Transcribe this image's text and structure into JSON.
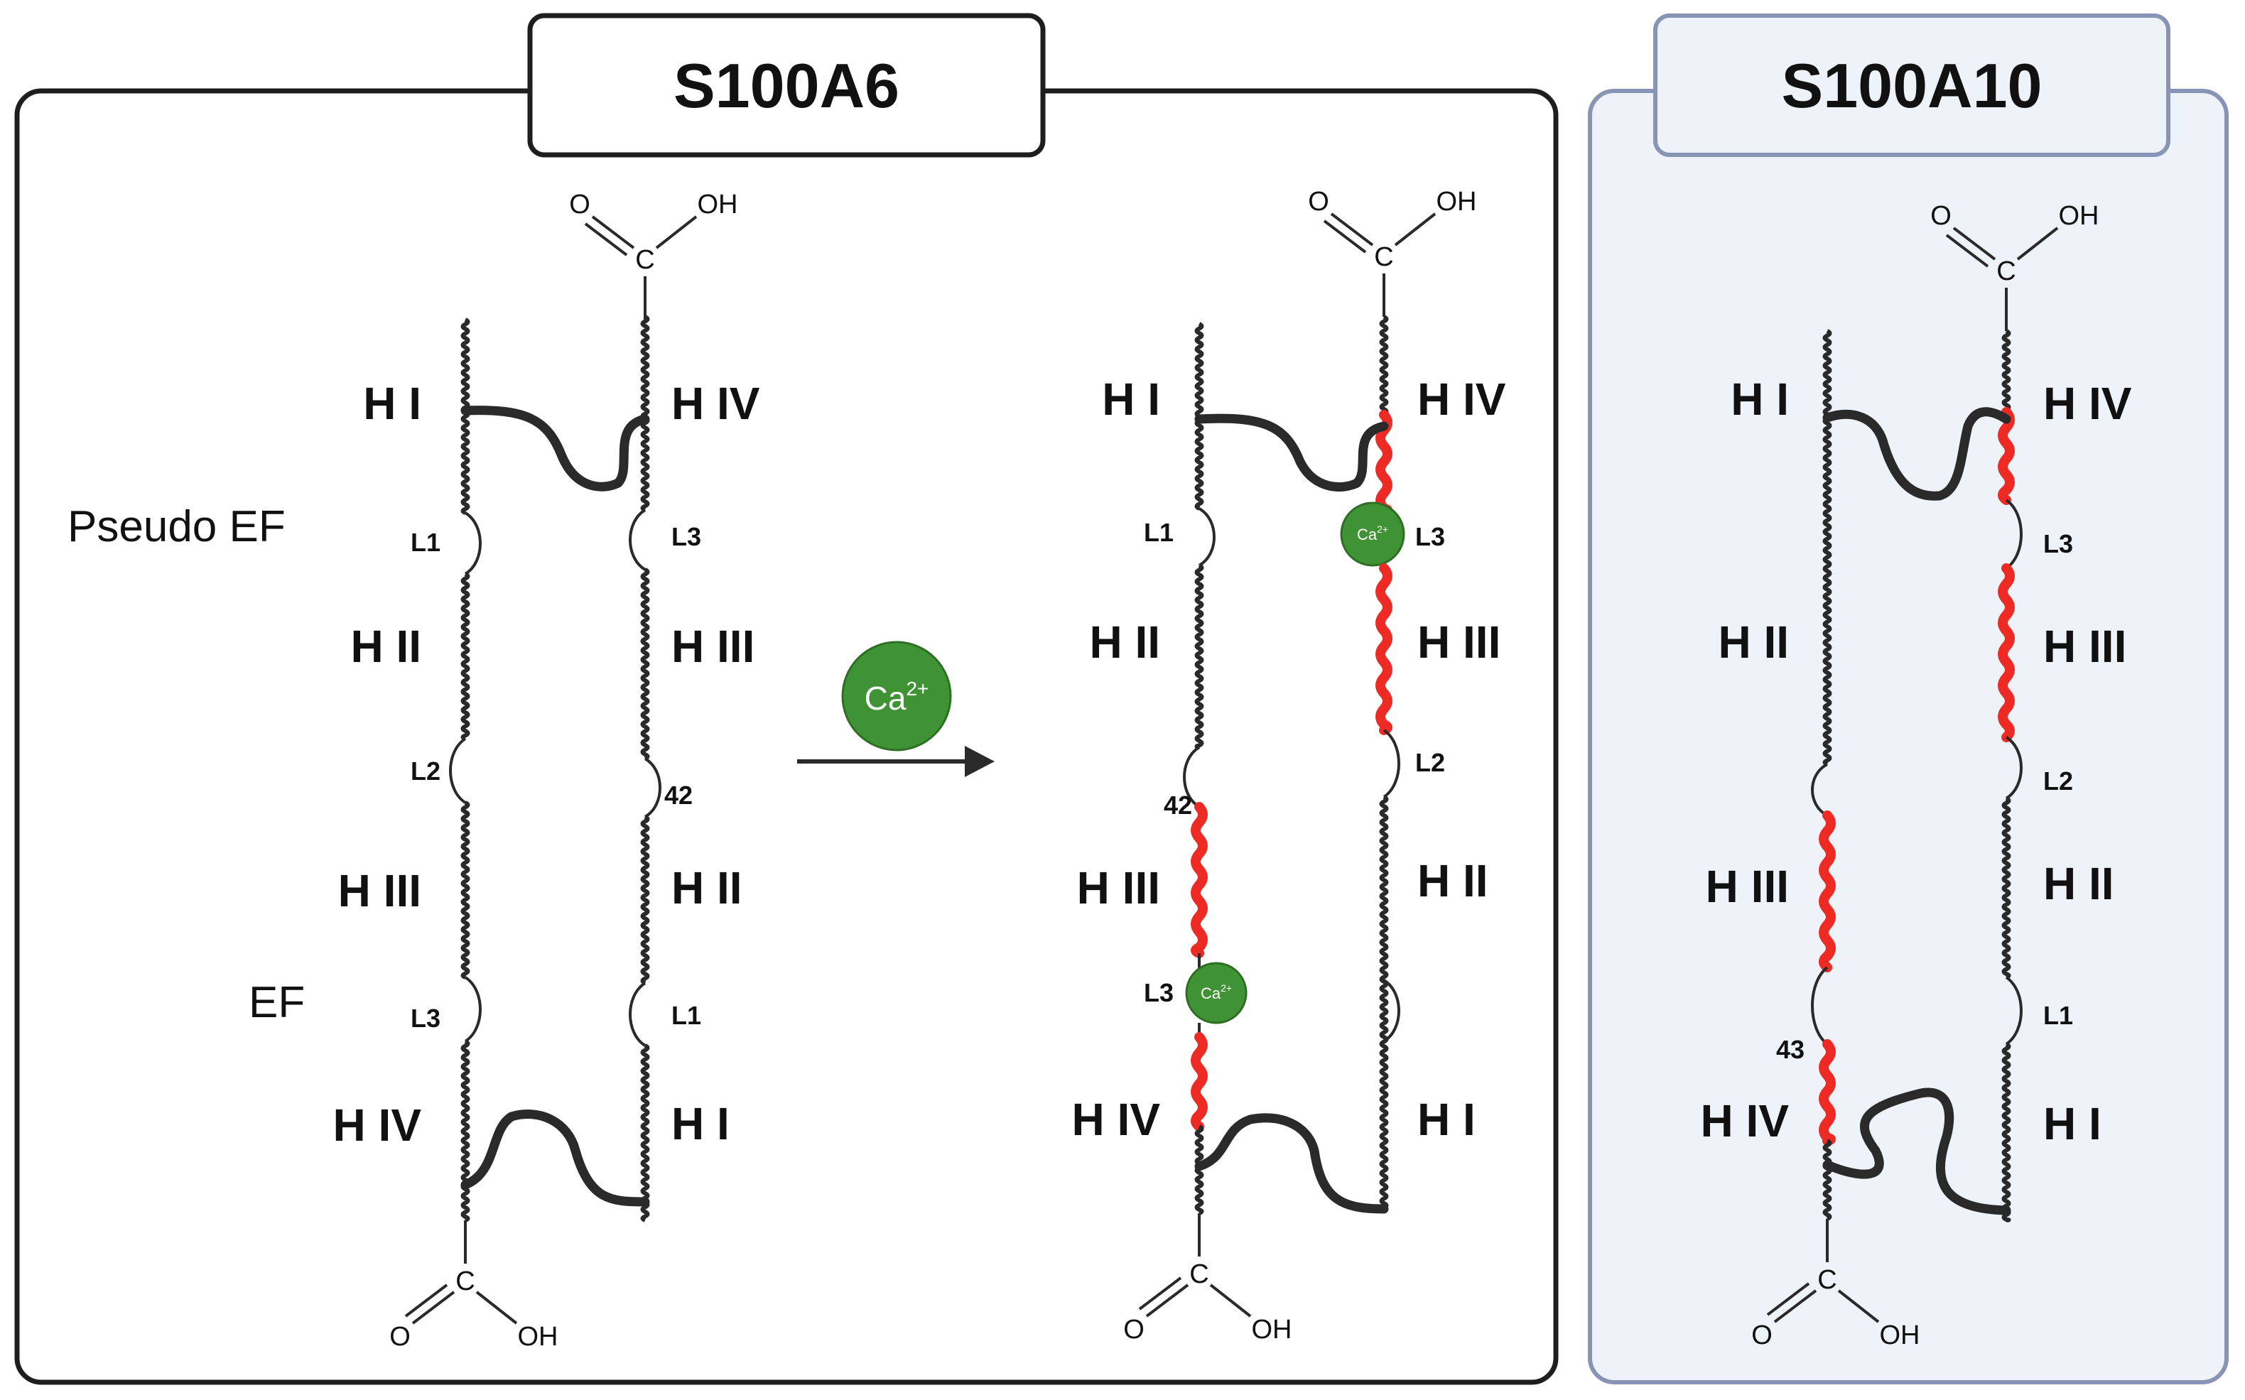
{
  "colors": {
    "panel_right_fill": "#eef2f9",
    "panel_right_border": "#8794b5",
    "highlight_red": "#ee2a24",
    "calcium_green": "#3f9334"
  },
  "panels": [
    {
      "title": "S100A6"
    },
    {
      "title": "S100A10"
    }
  ],
  "side_labels": [
    "Pseudo EF",
    "EF"
  ],
  "chem": {
    "carbon": "C",
    "oxygen": "O",
    "hydroxyl": "OH"
  },
  "calcium": {
    "label": "Ca",
    "charge": "2+"
  },
  "helix_labels": {
    "a6_left": [
      "H I",
      "H II",
      "H III",
      "H IV"
    ],
    "a6_right": [
      "H IV",
      "H III",
      "H II",
      "H I"
    ],
    "a6ca_left": [
      "H I",
      "H II",
      "H III",
      "H IV"
    ],
    "a6ca_right": [
      "H IV",
      "H III",
      "H II",
      "H I"
    ],
    "a10_left": [
      "H I",
      "H II",
      "H III",
      "H IV"
    ],
    "a10_right": [
      "H IV",
      "H III",
      "H II",
      "H I"
    ]
  },
  "loop_labels": {
    "a6_left": [
      "L1",
      "L2",
      "L3"
    ],
    "a6_right": [
      "L3",
      "42",
      "L1"
    ],
    "a6ca_left": [
      "L1",
      "42",
      "L3"
    ],
    "a6ca_right": [
      "L3",
      "L2"
    ],
    "a10_left": [
      "43"
    ],
    "a10_right": [
      "L3",
      "L2",
      "L1"
    ]
  }
}
